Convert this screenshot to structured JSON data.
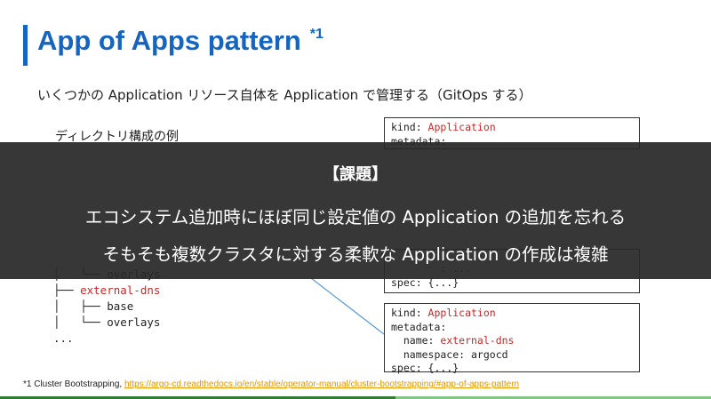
{
  "slide": {
    "title": "App of Apps pattern",
    "title_note": "*1",
    "subtitle": "いくつかの Application リソース自体を Application で管理する（GitOps する）",
    "dir_label": "ディレクトリ構成の例"
  },
  "tree": {
    "line1_prefix": "│   └── ",
    "line1_text": "overlays",
    "line2_prefix": "├── ",
    "line2_text": "external-dns",
    "line3_prefix": "│   ├── ",
    "line3_text": "base",
    "line4_prefix": "│   └── ",
    "line4_text": "overlays",
    "line5_text": "..."
  },
  "code_top": {
    "kind_key": "kind: ",
    "kind_val": "Application",
    "meta": "metadata:"
  },
  "code_mid": {
    "partial": "        : ...",
    "spec": "spec: {...}"
  },
  "code_bottom": {
    "kind_key": "kind: ",
    "kind_val": "Application",
    "meta": "metadata:",
    "name_key": "  name: ",
    "name_val": "external-dns",
    "namespace": "  namespace: argocd",
    "spec": "spec: {...}"
  },
  "banner": {
    "heading": "【課題】",
    "line1": "エコシステム追加時にほぼ同じ設定値の Application の追加を忘れる",
    "line2": "そもそも複数クラスタに対する柔軟な Application の作成は複雑"
  },
  "footnote": {
    "prefix": "*1 Cluster Bootstrapping, ",
    "link": "https://argo-cd.readthedocs.io/en/stable/operator-manual/cluster-bootstrapping/#app-of-apps-pattern"
  },
  "colors": {
    "accent": "#1565c0",
    "code_red": "#c62828",
    "link": "#e69500",
    "banner_bg": "#282828"
  }
}
